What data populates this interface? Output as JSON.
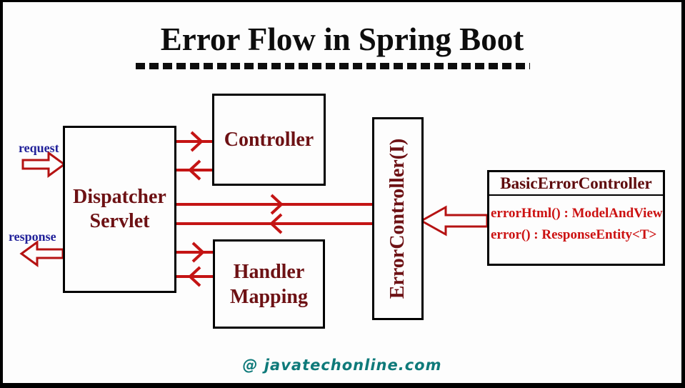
{
  "diagram": {
    "title": "Error Flow in Spring Boot",
    "footer": "@ javatechonline.com",
    "labels": {
      "request": "request",
      "response": "response"
    },
    "nodes": {
      "dispatcher_servlet": "Dispatcher Servlet",
      "controller": "Controller",
      "handler_mapping": "Handler Mapping",
      "error_controller": "ErrorController(I)",
      "basic_error_controller": {
        "title": "BasicErrorController",
        "methods": [
          "errorHtml() : ModelAndView",
          "error() : ResponseEntity<T>"
        ]
      }
    },
    "colors": {
      "arrow_red": "#c41414",
      "box_text_maroon": "#6d1114",
      "method_text_red": "#cc1111",
      "label_blue": "#22229a",
      "footer_teal": "#0e7a7a",
      "border_black": "#000000"
    }
  }
}
